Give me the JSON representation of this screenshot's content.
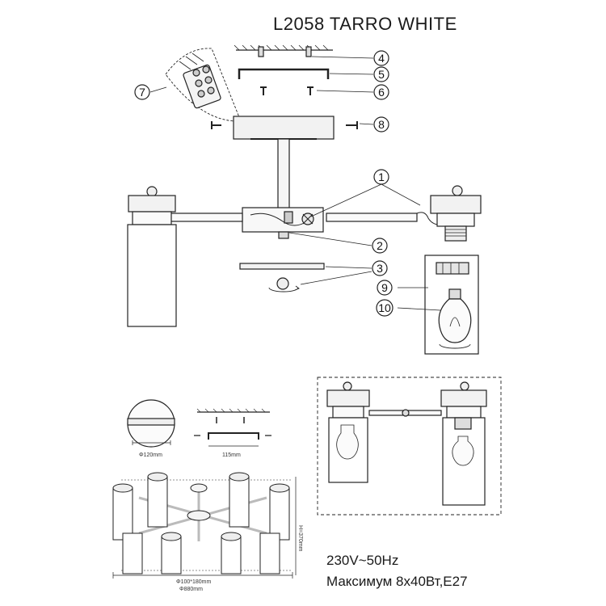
{
  "title": "L2058 TARRO WHITE",
  "specs": {
    "voltage": "230V~50Hz",
    "max_power": "Максимум 8x40Вт,E27"
  },
  "callouts": [
    "1",
    "2",
    "3",
    "4",
    "5",
    "6",
    "7",
    "8",
    "9",
    "10"
  ],
  "dimensions": {
    "canopy_diameter": "Φ120mm",
    "bracket_spacing": "115mm",
    "height": "H=370mm",
    "canopy_diam_height": "Φ100*180mm",
    "overall_diameter": "Φ880mm"
  }
}
